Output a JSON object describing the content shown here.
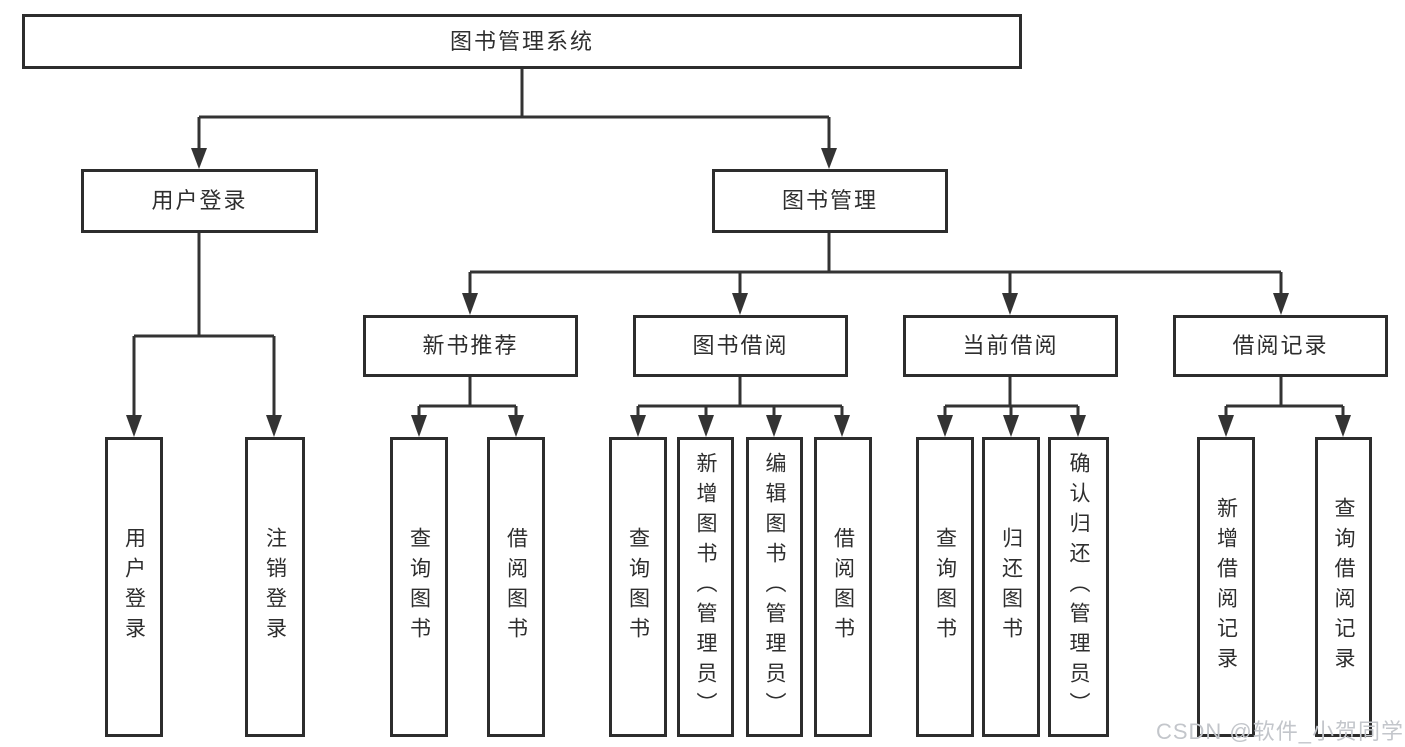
{
  "tree": {
    "root": {
      "label": "图书管理系统"
    },
    "children": [
      {
        "label": "用户登录",
        "children": [
          {
            "label": "用户登录"
          },
          {
            "label": "注销登录"
          }
        ]
      },
      {
        "label": "图书管理",
        "children": [
          {
            "label": "新书推荐",
            "children": [
              {
                "label": "查询图书"
              },
              {
                "label": "借阅图书"
              }
            ]
          },
          {
            "label": "图书借阅",
            "children": [
              {
                "label": "查询图书"
              },
              {
                "label": "新增图书（管理员）"
              },
              {
                "label": "编辑图书（管理员）"
              },
              {
                "label": "借阅图书"
              }
            ]
          },
          {
            "label": "当前借阅",
            "children": [
              {
                "label": "查询图书"
              },
              {
                "label": "归还图书"
              },
              {
                "label": "确认归还（管理员）"
              }
            ]
          },
          {
            "label": "借阅记录",
            "children": [
              {
                "label": "新增借阅记录"
              },
              {
                "label": "查询借阅记录"
              }
            ]
          }
        ]
      }
    ]
  },
  "watermark": "CSDN @软件_小贺同学",
  "colors": {
    "line": "#333333",
    "box_border": "#2d2d2d",
    "text": "#2e2e2e",
    "watermark": "#c3c6cb",
    "background": "#ffffff"
  }
}
